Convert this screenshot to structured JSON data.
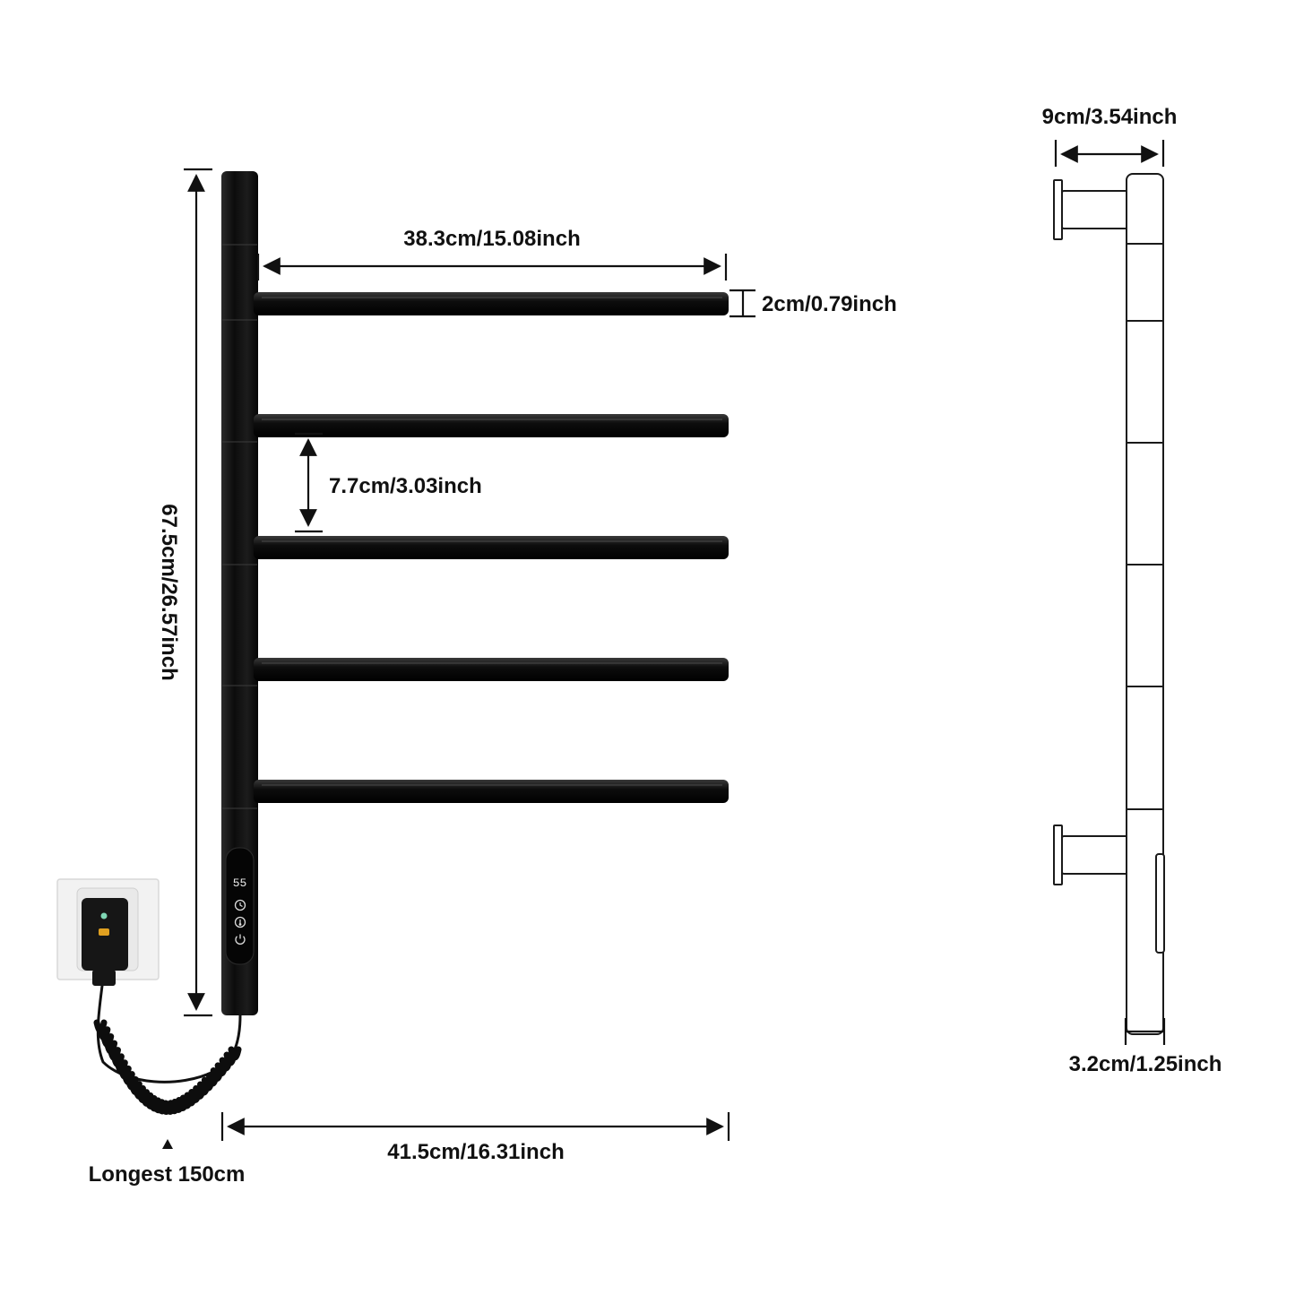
{
  "dimensions": {
    "total_height": "67.5cm/26.57inch",
    "bar_length": "38.3cm/15.08inch",
    "bar_diameter": "2cm/0.79inch",
    "bar_spacing": "7.7cm/3.03inch",
    "total_width": "41.5cm/16.31inch",
    "wall_depth": "9cm/3.54inch",
    "post_width": "3.2cm/1.25inch",
    "cable_length": "Longest 150cm"
  },
  "control_panel": {
    "display": "55",
    "buttons": [
      "timer-icon",
      "temperature-icon",
      "power-icon"
    ]
  },
  "rack": {
    "bar_count": 5
  },
  "colors": {
    "rack": "#141414",
    "ink": "#111111",
    "plug_indicator_green": "#7fd6b4",
    "plug_indicator_amber": "#e0a020"
  }
}
